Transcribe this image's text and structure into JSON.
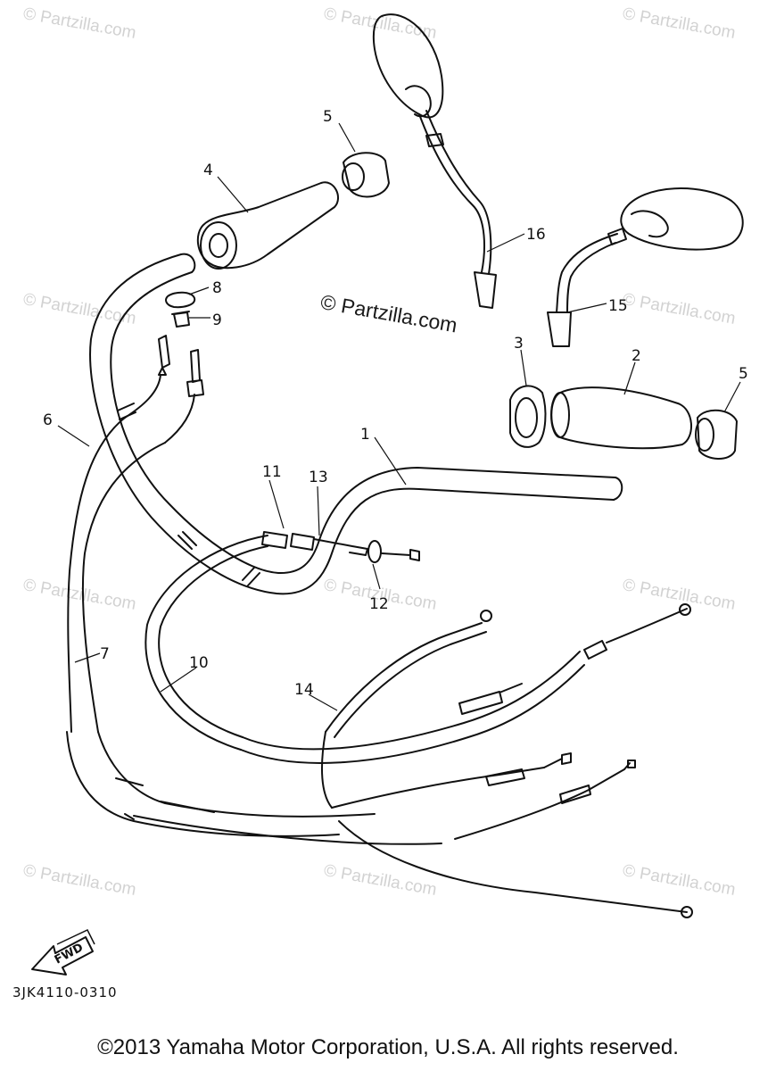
{
  "watermark": "© Partzilla.com",
  "center_credit": "© Partzilla.com",
  "callouts": {
    "c1": "1",
    "c2": "2",
    "c3": "3",
    "c4": "4",
    "c5a": "5",
    "c5b": "5",
    "c6": "6",
    "c7": "7",
    "c8": "8",
    "c9": "9",
    "c10": "10",
    "c11": "11",
    "c12": "12",
    "c13": "13",
    "c14": "14",
    "c15": "15",
    "c16": "16"
  },
  "direction_label": "FWD",
  "diagram_code": "3JK4110-0310",
  "copyright": "©2013 Yamaha Motor Corporation, U.S.A. All rights reserved."
}
